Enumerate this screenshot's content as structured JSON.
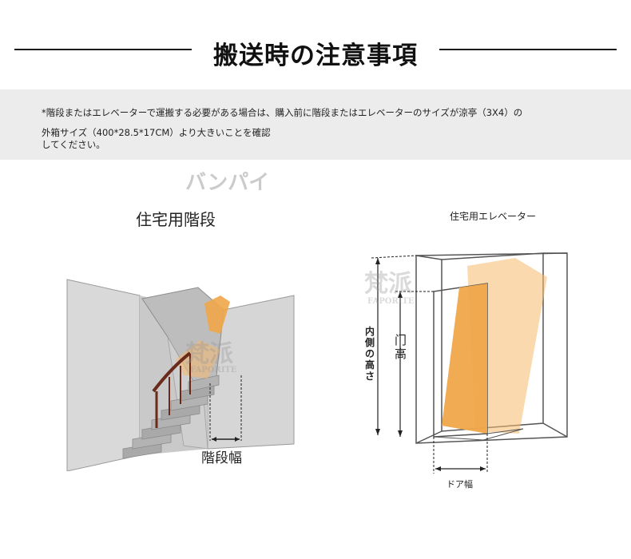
{
  "header": {
    "title": "搬送時の注意事項"
  },
  "notice": {
    "line1": "*階段またはエレベーターで運搬する必要がある場合は、購入前に階段またはエレベーターのサイズが涼亭（3X4）の",
    "line2": "外箱サイズ（400*28.5*17CM）より大きいことを確認",
    "line3": "してください。"
  },
  "watermark": {
    "brand_kana": "バンパイ",
    "brand_kanji": "梵派",
    "brand_latin": "FAPORITE"
  },
  "stairs_figure": {
    "title": "住宅用階段",
    "width_label": "階段幅"
  },
  "elevator_figure": {
    "title": "住宅用エレベーター",
    "inner_height_label": "内側の高さ",
    "door_height_label": "门高",
    "door_width_label": "ドア幅"
  },
  "colors": {
    "box_orange": "#f0a64a",
    "wall_gray": "#d4d4d4",
    "notice_bg": "#ececec",
    "handrail_brown": "#6b2b1a"
  }
}
